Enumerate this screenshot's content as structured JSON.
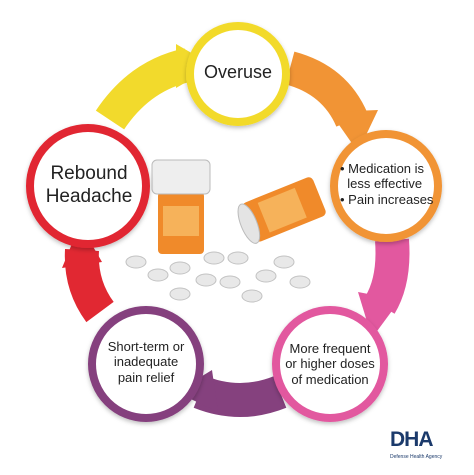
{
  "nodes": {
    "overuse": "Overuse",
    "medication": {
      "lines": [
        "• Medication is",
        "  less effective",
        "• Pain increases"
      ]
    },
    "more_frequent": {
      "lines": [
        "More frequent",
        "or higher doses",
        "of medication"
      ]
    },
    "short_term": {
      "lines": [
        "Short-term or",
        "inadequate",
        "pain relief"
      ]
    },
    "rebound": {
      "lines": [
        "Rebound",
        "Headache"
      ]
    }
  },
  "colors": {
    "yellow": "#f2da2c",
    "orange": "#f19435",
    "pink": "#e2589f",
    "purple": "#85417e",
    "red": "#e12832",
    "node_fill": "#ffffff",
    "logo_blue": "#1b3a6b"
  },
  "logo": {
    "letters": "DHA",
    "tagline": "Defense Health Agency"
  }
}
